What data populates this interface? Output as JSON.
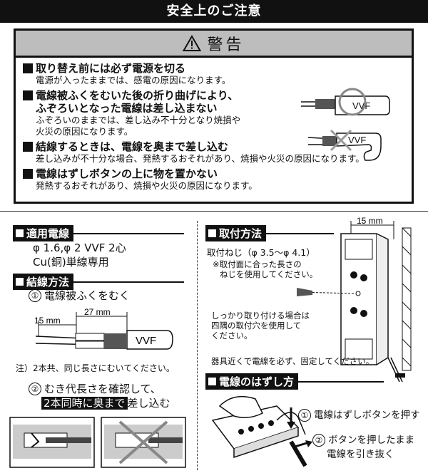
{
  "header": {
    "title": "安全上のご注意"
  },
  "warning": {
    "title": "警告",
    "items": [
      {
        "head": "取り替え前には必ず電源を切る",
        "body": [
          "電源が入ったままでは、感電の原因になります。"
        ]
      },
      {
        "head": "電線被ふくをむいた後の折り曲げにより、",
        "head2": "ふぞろいとなった電線は差し込まない",
        "body": [
          "ふぞろいのままでは、差し込み不十分となり焼損や",
          "火災の原因になります。"
        ]
      },
      {
        "head": "結線するときは、電線を奥まで差し込む",
        "body": [
          "差し込みが不十分な場合、発熱するおそれがあり、焼損や火災の原因になります。"
        ]
      },
      {
        "head": "電線はずしボタンの上に物を置かない",
        "body": [
          "発熱するおそれがあり、焼損や火災の原因になります。"
        ]
      }
    ],
    "vvf_label": "VVF"
  },
  "wire_spec": {
    "title": "適用電線",
    "line1": "φ 1.6,φ 2  VVF 2心",
    "line2": "Cu(銅)単線専用"
  },
  "connection": {
    "title": "結線方法",
    "step1": "電線被ふくをむく",
    "step1_num": "①",
    "dim_27": "27 mm",
    "dim_15": "15 mm",
    "vvf_label": "VVF",
    "note": "注）2本共、同じ長さにむいてください。",
    "step2_num": "②",
    "step2_line1": "むき代長さを確認して、",
    "step2_highlight": "2本同時に奥まで",
    "step2_tail": "差し込む"
  },
  "mounting": {
    "title": "取付方法",
    "dim_15": "15 mm",
    "screw": "取付ねじ（φ 3.5〜φ 4.1）",
    "screw_note1": "※取付面に合った長さの",
    "screw_note2": "ねじを使用してください。",
    "corner_note1": "しっかり取り付ける場合は",
    "corner_note2": "四隅の取付穴を使用して",
    "corner_note3": "ください。",
    "fix_note": "器具近くで電線を必ず、固定してください。"
  },
  "removal": {
    "title": "電線のはずし方",
    "step1_num": "①",
    "step1": "電線はずしボタンを押す",
    "step2_num": "②",
    "step2_line1": "ボタンを押したまま",
    "step2_line2": "電線を引き抜く"
  }
}
